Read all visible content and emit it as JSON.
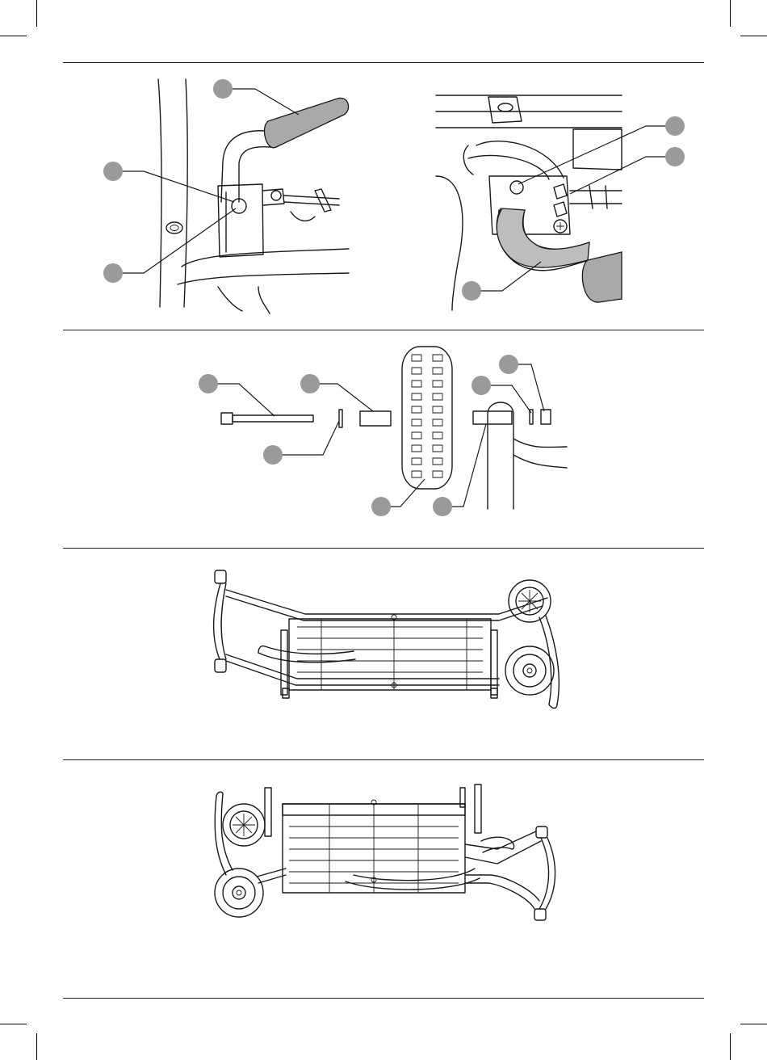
{
  "page": {
    "background": "#ffffff",
    "ink_color": "#1a1a1a",
    "callout_color": "#9a9a9a",
    "grip_color": "#a9a9a9"
  },
  "figures": [
    {
      "id": "fig-handle-attach-left",
      "subject": "handle-bolt-icon"
    },
    {
      "id": "fig-handle-attach-right",
      "subject": "handle-bolt-icon"
    },
    {
      "id": "fig-wheel-exploded",
      "subject": "wheel-assembly-icon"
    },
    {
      "id": "fig-stand-folded-top",
      "subject": "folded-stand-icon"
    },
    {
      "id": "fig-stand-folded-bottom",
      "subject": "folded-stand-icon"
    }
  ]
}
